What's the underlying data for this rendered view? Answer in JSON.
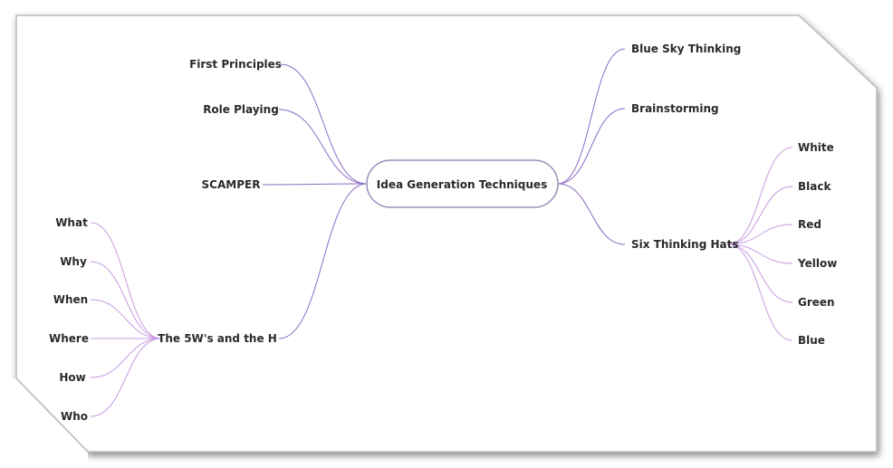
{
  "center": {
    "label": "Idea Generation Techniques"
  },
  "left_branches": [
    {
      "label": "First Principles"
    },
    {
      "label": "Role Playing"
    },
    {
      "label": "SCAMPER"
    },
    {
      "label": "The 5W's and the H",
      "children": [
        "What",
        "Why",
        "When",
        "Where",
        "How",
        "Who"
      ]
    }
  ],
  "right_branches": [
    {
      "label": "Blue Sky Thinking"
    },
    {
      "label": "Brainstorming"
    },
    {
      "label": "Six Thinking Hats",
      "children": [
        "White",
        "Black",
        "Red",
        "Yellow",
        "Green",
        "Blue"
      ]
    }
  ],
  "colors": {
    "line_primary": "#8b6bc4",
    "line_secondary": "#c79be0",
    "center_border": "#9a8fb8",
    "frame_shadow": "#8a8a8a"
  }
}
